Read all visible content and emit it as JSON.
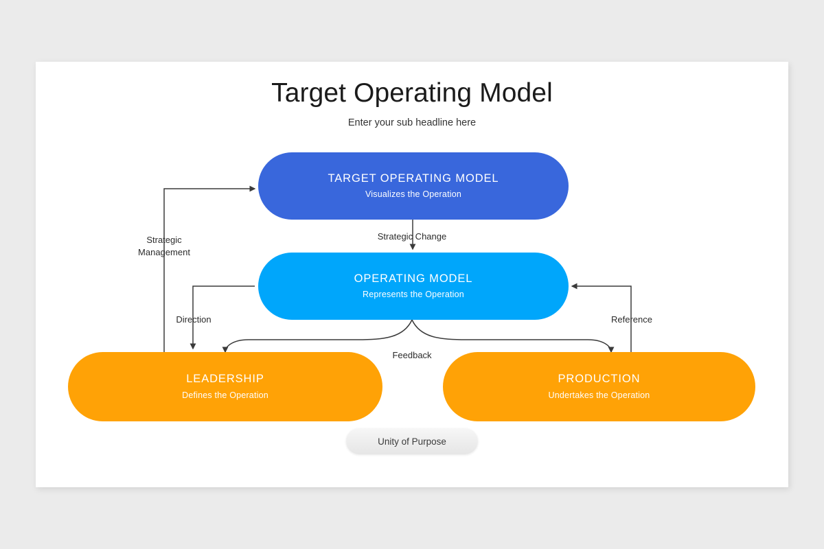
{
  "slide": {
    "title": "Target Operating Model",
    "subtitle": "Enter your sub headline here"
  },
  "colors": {
    "background": "#ebebeb",
    "card": "#ffffff",
    "target_operating_model": "#3967DC",
    "operating_model": "#00A6FB",
    "leadership": "#FFA206",
    "production": "#FFA206",
    "unity_pill": "#ededed",
    "connector": "#3a3a3a",
    "node_text": "#ffffff",
    "label_text": "#2b2b2b"
  },
  "nodes": [
    {
      "id": "target-operating-model",
      "title": "TARGET OPERATING MODEL",
      "subtitle": "Visualizes the Operation"
    },
    {
      "id": "operating-model",
      "title": "OPERATING MODEL",
      "subtitle": "Represents the Operation"
    },
    {
      "id": "leadership",
      "title": "LEADERSHIP",
      "subtitle": "Defines the Operation"
    },
    {
      "id": "production",
      "title": "PRODUCTION",
      "subtitle": "Undertakes the Operation"
    }
  ],
  "footer_pill": {
    "label": "Unity of Purpose"
  },
  "edges": [
    {
      "id": "strategic-management",
      "label": "Strategic Management",
      "label_line1": "Strategic",
      "label_line2": "Management",
      "from": "leadership",
      "to": "target-operating-model"
    },
    {
      "id": "strategic-change",
      "label": "Strategic Change",
      "from": "target-operating-model",
      "to": "operating-model"
    },
    {
      "id": "direction",
      "label": "Direction",
      "from": "operating-model",
      "to": "leadership"
    },
    {
      "id": "reference",
      "label": "Reference",
      "from": "production",
      "to": "operating-model"
    },
    {
      "id": "feedback",
      "label": "Feedback",
      "from": "operating-model",
      "to": "leadership and production"
    }
  ]
}
